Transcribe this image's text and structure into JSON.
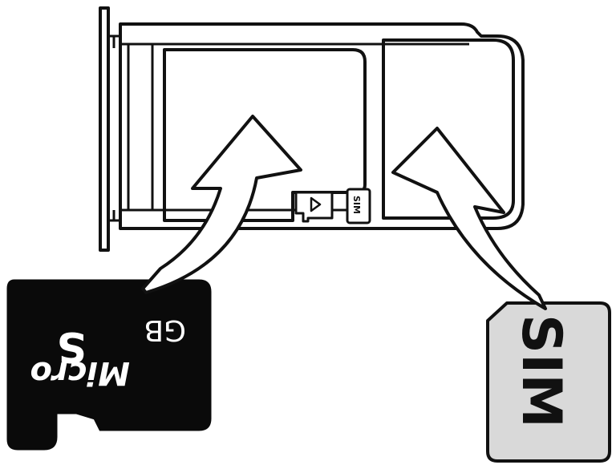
{
  "labels": {
    "tray_sim_marker": "SIM",
    "micro_sd_capacity": "GB",
    "micro_sd_brand_line1": "S",
    "micro_sd_brand_line2": "Micro",
    "sim_card_label": "SIM"
  },
  "colors": {
    "stroke": "#111111",
    "background": "#ffffff",
    "micro_sd_body": "#0a0a0a",
    "sim_body": "#d9d9d9",
    "sim_text": "#111111",
    "sd_text": "#ffffff"
  },
  "icons": {
    "sd_marker": "micro-sd-icon",
    "insert_arrows": "curved-arrow-icon"
  }
}
